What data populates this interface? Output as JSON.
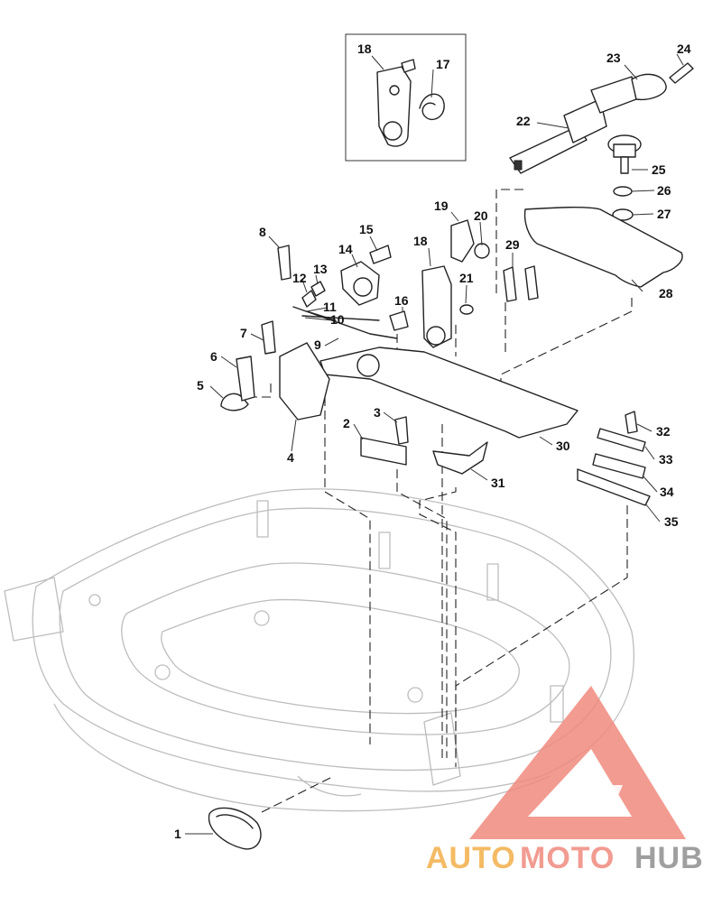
{
  "callouts": [
    "1",
    "2",
    "3",
    "4",
    "5",
    "6",
    "7",
    "8",
    "9",
    "10",
    "11",
    "12",
    "13",
    "14",
    "15",
    "16",
    "17",
    "18",
    "19",
    "20",
    "21",
    "22",
    "23",
    "24",
    "25",
    "26",
    "27",
    "28",
    "29",
    "30",
    "31",
    "32",
    "33",
    "34",
    "35",
    "18"
  ],
  "watermark": {
    "part1": "AUTO",
    "part2": "MOTO",
    "part3": "HUB",
    "colors": {
      "red": "#f08a7e",
      "orange": "#f3b049",
      "gray": "#8f8f8f"
    }
  }
}
